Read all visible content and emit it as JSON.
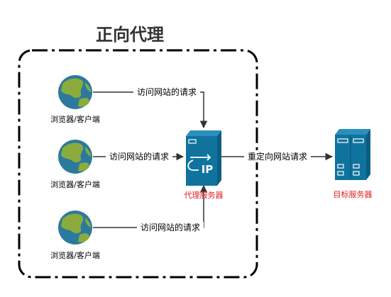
{
  "diagram": {
    "title": "正向代理",
    "clients": [
      {
        "label": "浏览器/客户端",
        "edge_label": "访问网站的请求"
      },
      {
        "label": "浏览器/客户端",
        "edge_label": "访问网站的请求"
      },
      {
        "label": "浏览器/客户端",
        "edge_label": "访问网站的请求"
      }
    ],
    "proxy": {
      "label": "代理服务器",
      "badge": "IP"
    },
    "forward_edge_label": "重定向网站请求",
    "target": {
      "label": "目标服务器"
    },
    "colors": {
      "server_blue": "#10739e",
      "server_light": "#2a8fbf",
      "globe_ocean": "#2b7a9e",
      "globe_land": "#8bab3c",
      "accent_red": "#e02020",
      "edge": "#333333"
    },
    "icons": [
      "globe-icon",
      "proxy-server-icon",
      "server-rack-icon"
    ]
  }
}
